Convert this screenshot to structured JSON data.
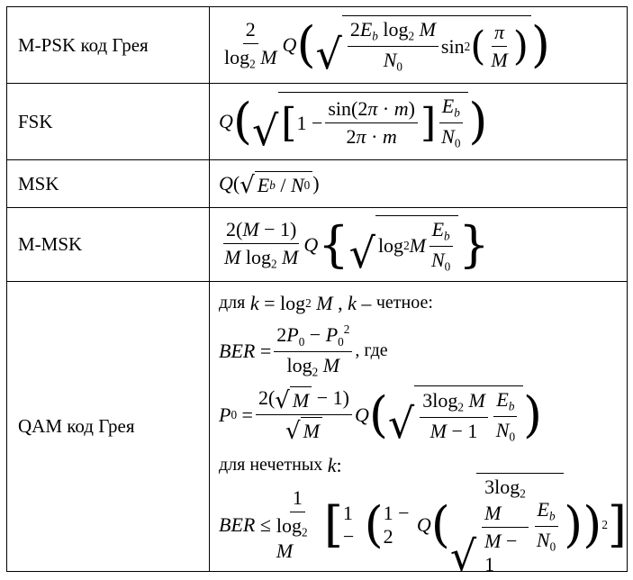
{
  "rows": [
    {
      "label": "M-PSK код Грея"
    },
    {
      "label": "FSK"
    },
    {
      "label": "MSK"
    },
    {
      "label": "M-MSK"
    },
    {
      "label": "QAM код Грея",
      "text_even": "для",
      "text_even_2": "четное:",
      "text_where": ", где",
      "text_odd": "для нечетных"
    }
  ]
}
